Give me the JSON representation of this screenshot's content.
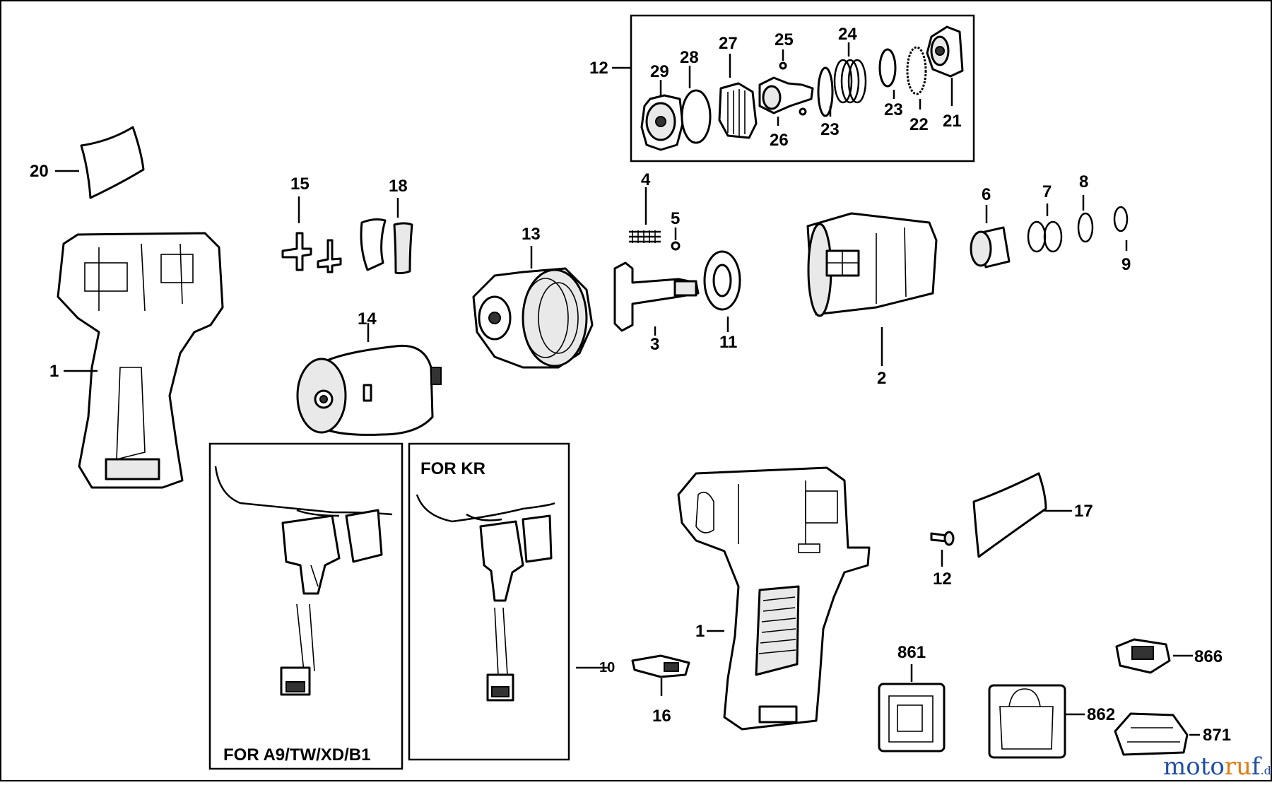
{
  "title": "",
  "part_labels": [
    {
      "id": "p1a",
      "text": "1"
    },
    {
      "id": "p1b",
      "text": "1"
    },
    {
      "id": "p2",
      "text": "2"
    },
    {
      "id": "p3",
      "text": "3"
    },
    {
      "id": "p4",
      "text": "4"
    },
    {
      "id": "p5",
      "text": "5"
    },
    {
      "id": "p6",
      "text": "6"
    },
    {
      "id": "p7",
      "text": "7"
    },
    {
      "id": "p8",
      "text": "8"
    },
    {
      "id": "p9",
      "text": "9"
    },
    {
      "id": "p10",
      "text": "10"
    },
    {
      "id": "p11",
      "text": "11"
    },
    {
      "id": "p12a",
      "text": "12"
    },
    {
      "id": "p12b",
      "text": "12"
    },
    {
      "id": "p13",
      "text": "13"
    },
    {
      "id": "p14",
      "text": "14"
    },
    {
      "id": "p15",
      "text": "15"
    },
    {
      "id": "p16",
      "text": "16"
    },
    {
      "id": "p17",
      "text": "17"
    },
    {
      "id": "p18",
      "text": "18"
    },
    {
      "id": "p20",
      "text": "20"
    },
    {
      "id": "p21",
      "text": "21"
    },
    {
      "id": "p22",
      "text": "22"
    },
    {
      "id": "p23a",
      "text": "23"
    },
    {
      "id": "p23b",
      "text": "23"
    },
    {
      "id": "p24",
      "text": "24"
    },
    {
      "id": "p25",
      "text": "25"
    },
    {
      "id": "p26",
      "text": "26"
    },
    {
      "id": "p27",
      "text": "27"
    },
    {
      "id": "p28",
      "text": "28"
    },
    {
      "id": "p29",
      "text": "29"
    },
    {
      "id": "p861",
      "text": "861"
    },
    {
      "id": "p862",
      "text": "862"
    },
    {
      "id": "p866",
      "text": "866"
    },
    {
      "id": "p871",
      "text": "871"
    }
  ],
  "boxes": {
    "switch_a9": "FOR A9/TW/XD/B1",
    "switch_kr": "FOR KR"
  },
  "watermark": {
    "part1": "moto",
    "part2": "ru",
    "part3": "f",
    "suffix": ".de"
  }
}
